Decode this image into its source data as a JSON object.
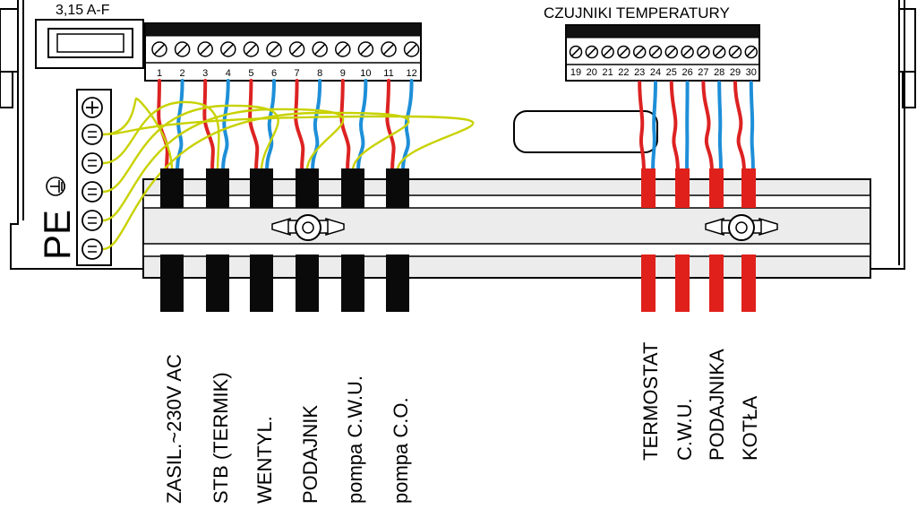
{
  "fuse": {
    "label": "3,15 A-F"
  },
  "pe": {
    "label": "PE",
    "symbol": "earth-ground-symbol"
  },
  "sensor_block": {
    "title": "CZUJNIKI TEMPERATURY"
  },
  "left_terminals": [
    "1",
    "2",
    "3",
    "4",
    "5",
    "6",
    "7",
    "8",
    "9",
    "10",
    "11",
    "12"
  ],
  "right_terminals": [
    "19",
    "20",
    "21",
    "22",
    "23",
    "24",
    "25",
    "26",
    "27",
    "28",
    "29",
    "30"
  ],
  "left_labels": [
    "ZASIL.~230V AC",
    "STB (TERMIK)",
    "WENTYL.",
    "PODAJNIK",
    "pompa C.W.U.",
    "pompa C.O."
  ],
  "right_labels": [
    "TERMOSTAT",
    "C.W.U.",
    "PODAJNIKA",
    "KOTŁA"
  ],
  "colors": {
    "wire_red": "#dd2222",
    "wire_blue": "#1e8fd8",
    "wire_pe": "#c8d200",
    "sleeve_black": "#0a0a0a",
    "sleeve_red": "#e0201a",
    "rail_gray": "#e6e6e6"
  }
}
